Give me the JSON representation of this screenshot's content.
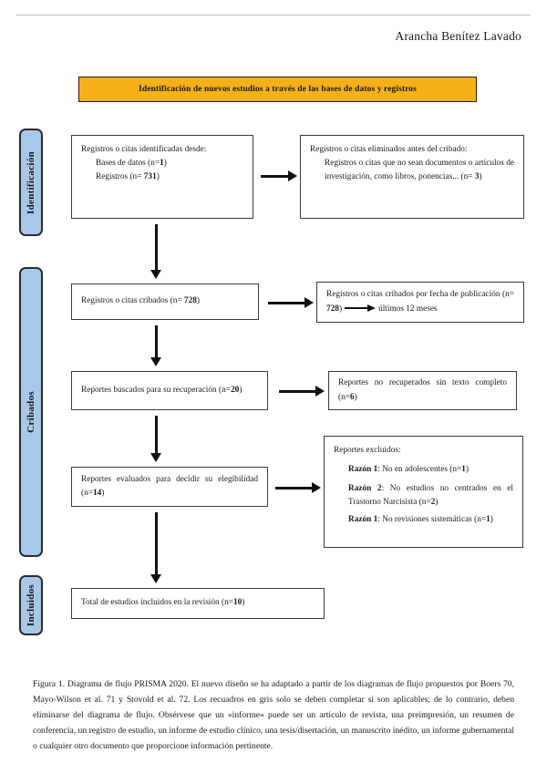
{
  "header": {
    "author": "Arancha Benítez Lavado"
  },
  "banner": {
    "title": "Identificación de nuevos estudios a través de las bases de datos y registros"
  },
  "stages": [
    {
      "name": "identificacion",
      "label": "Identificación"
    },
    {
      "name": "cribados",
      "label": "Cribados"
    },
    {
      "name": "incluidos",
      "label": "Incluidos"
    }
  ],
  "boxes": {
    "identificados": {
      "line1": "Registros o citas identificadas desde:",
      "line2": "Bases de datos (n=",
      "line2_n": "1",
      "line2_end": ")",
      "line3": "Registros (n= ",
      "line3_n": "731",
      "line3_end": ")"
    },
    "eliminados": {
      "line1": "Registros o citas eliminados antes del cribado:",
      "line2": "Registros o citas que no sean documentos o artículos de investigación, como libros, ponencias... (n= ",
      "line2_n": "3",
      "line2_end": ")"
    },
    "cribados": {
      "text": "Registros o citas cribados (n= ",
      "n": "728",
      "text_end": ")"
    },
    "cribados_fecha": {
      "text": "Registros o citas cribados por fecha de publicación (n= ",
      "n": "728",
      "text_mid": ")",
      "text_end": "últimos 12 meses"
    },
    "buscados": {
      "text": "Reportes buscados para su recuperación (n=",
      "n": "20",
      "text_end": ")"
    },
    "no_recuperados": {
      "text": "Reportes no recuperados sin texto completo (n=",
      "n": "6",
      "text_end": ")"
    },
    "evaluados": {
      "text": "Reportes evaluados para decidir su elegibilidad  (n=",
      "n": "14",
      "text_end": ")"
    },
    "excluidos": {
      "title": "Reportes excluidos:",
      "reasons": [
        {
          "label": "Razón 1",
          "text": ": No en adolescentes (n=",
          "n": "1",
          "text_end": ")"
        },
        {
          "label": "Razón 2",
          "text": ": No estudios no centrados en el Trastorno Narcisista (n=",
          "n": "2",
          "text_end": ")"
        },
        {
          "label": "Razón 1",
          "text": ": No revisiones sistemáticas (n=",
          "n": "1",
          "text_end": ")"
        }
      ]
    },
    "total": {
      "text": "Total de estudios incluidos en la revisión (n=",
      "n": "10",
      "text_end": ")"
    }
  },
  "caption": {
    "text": "Figura 1. Diagrama de flujo PRISMA 2020. El nuevo diseño se ha adaptado a partir de los diagramas de flujo propuestos por Boers 70, Mayo-Wilson et al. 71 y Stovold et al. 72. Los recuadros en gris solo se deben completar si son aplicables; de lo contrario, deben eliminarse del diagrama de flujo. Obsérvese que un «informe» puede ser un artículo de revista, una preimpresión, un resumen de conferencia, un registro de estudio, un informe de estudio clínico, una tesis/disertación, un manuscrito inédito, un informe gubernamental o cualquier otro documento que proporcione información pertinente."
  },
  "colors": {
    "banner_fill": "#f5b01a",
    "stage_fill": "#a8c8ea",
    "box_border": "#3a3a3a",
    "arrow": "#111111"
  }
}
